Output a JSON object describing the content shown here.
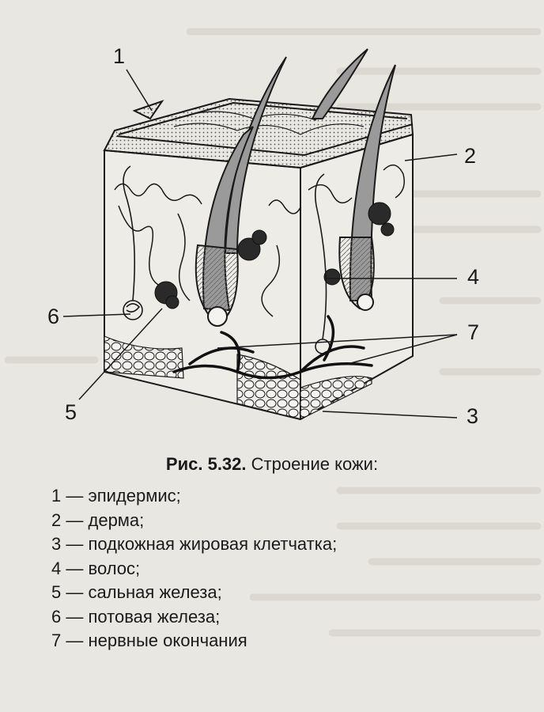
{
  "figure": {
    "number": "Рис. 5.32.",
    "title": "Строение кожи:"
  },
  "callouts": [
    "1",
    "2",
    "3",
    "4",
    "5",
    "6",
    "7"
  ],
  "legend": [
    {
      "num": "1",
      "dash": "—",
      "text": "эпидермис;"
    },
    {
      "num": "2",
      "dash": "—",
      "text": "дерма;"
    },
    {
      "num": "3",
      "dash": "—",
      "text": "подкожная жировая клетчатка;"
    },
    {
      "num": "4",
      "dash": "—",
      "text": "волос;"
    },
    {
      "num": "5",
      "dash": "—",
      "text": "сальная железа;"
    },
    {
      "num": "6",
      "dash": "—",
      "text": "потовая железа;"
    },
    {
      "num": "7",
      "dash": "—",
      "text": "нервные окончания"
    }
  ],
  "colors": {
    "paper": "#e9e7e2",
    "ink": "#1a1a1a",
    "dot_fill": "#8a8a8a"
  }
}
